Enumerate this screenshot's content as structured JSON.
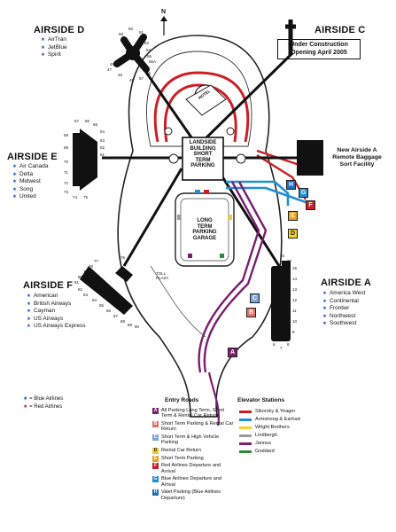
{
  "north": "N",
  "airsides": {
    "a": {
      "title": "AIRSIDE A",
      "airlines": [
        {
          "name": "America West",
          "type": "blue"
        },
        {
          "name": "Continental",
          "type": "blue"
        },
        {
          "name": "Frontier",
          "type": "blue"
        },
        {
          "name": "Northwest",
          "type": "blue"
        },
        {
          "name": "Southwest",
          "type": "blue"
        }
      ]
    },
    "c": {
      "title": "AIRSIDE C"
    },
    "d": {
      "title": "AIRSIDE D",
      "airlines": [
        {
          "name": "AirTran",
          "type": "blue"
        },
        {
          "name": "JetBlue",
          "type": "blue"
        },
        {
          "name": "Spirit",
          "type": "blue"
        }
      ]
    },
    "e": {
      "title": "AIRSIDE E",
      "airlines": [
        {
          "name": "Air Canada",
          "type": "blue"
        },
        {
          "name": "Delta",
          "type": "blue"
        },
        {
          "name": "Midwest",
          "type": "blue"
        },
        {
          "name": "Song",
          "type": "blue"
        },
        {
          "name": "United",
          "type": "blue"
        }
      ]
    },
    "f": {
      "title": "AIRSIDE F",
      "airlines": [
        {
          "name": "American",
          "type": "blue"
        },
        {
          "name": "British Airways",
          "type": "blue"
        },
        {
          "name": "Cayman",
          "type": "blue"
        },
        {
          "name": "US Airways",
          "type": "blue"
        },
        {
          "name": "US Airways Express",
          "type": "blue"
        }
      ]
    }
  },
  "construction": {
    "line1": "Under Construction",
    "line2": "Opening April 2005"
  },
  "new_airside": {
    "line1": "New Airside A",
    "line2": "Remote Baggage",
    "line3": "Sort Facility"
  },
  "landside": {
    "l1": "LANDSIDE",
    "l2": "BUILDING",
    "l3": "SHORT",
    "l4": "TERM",
    "l5": "PARKING"
  },
  "garage": {
    "l1": "LONG",
    "l2": "TERM",
    "l3": "PARKING",
    "l4": "GARAGE"
  },
  "hotel": "HOTEL",
  "toll": {
    "l1": "TOLL",
    "l2": "PLAZA"
  },
  "markers": {
    "h": "H",
    "g": "G",
    "f": "F",
    "e": "E",
    "d": "D",
    "c": "C",
    "b": "B",
    "a": "A"
  },
  "colors": {
    "red_road": "#cc1f25",
    "blue_road": "#1f8fd6",
    "purple_road": "#7a1e6e",
    "marker_a": "#7a1e6e",
    "marker_b": "#e57066",
    "marker_c": "#7aa6d6",
    "marker_d": "#f2cf2a",
    "marker_e": "#f0a01e",
    "marker_f": "#cc1f25",
    "marker_g": "#1f8fd6",
    "marker_h": "#1f6fb6"
  },
  "key": {
    "blue_label": "= Blue Airlines",
    "red_label": "= Red Airlines"
  },
  "entry_roads": {
    "title": "Entry Roads",
    "items": [
      {
        "code": "A",
        "text": "All Parking Long Term, Short Term & Rental Car Return",
        "color": "#7a1e6e"
      },
      {
        "code": "B",
        "text": "Short Term Parking & Rental Car Return",
        "color": "#e57066"
      },
      {
        "code": "C",
        "text": "Short Term & High Vehicle Parking",
        "color": "#7aa6d6"
      },
      {
        "code": "D",
        "text": "Rental Car Return",
        "color": "#f2cf2a"
      },
      {
        "code": "E",
        "text": "Short Term Parking",
        "color": "#f0a01e"
      },
      {
        "code": "F",
        "text": "Red Airlines Departure and Arrival",
        "color": "#cc1f25"
      },
      {
        "code": "G",
        "text": "Blue Airlines Departure and Arrival",
        "color": "#1f8fd6"
      },
      {
        "code": "H",
        "text": "Valet Parking (Blue Airlines Departure)",
        "color": "#1f6fb6"
      }
    ]
  },
  "elevator": {
    "title": "Elevator Stations",
    "items": [
      {
        "name": "Sikorsky & Yeager",
        "color": "#cc1f25"
      },
      {
        "name": "Armstrong & Earhart",
        "color": "#1f8fd6"
      },
      {
        "name": "Wright Brothers",
        "color": "#f2cf2a"
      },
      {
        "name": "Lindbergh",
        "color": "#9a9a9a"
      },
      {
        "name": "Jannus",
        "color": "#7a1e6e"
      },
      {
        "name": "Goddard",
        "color": "#2e8a3a"
      }
    ]
  },
  "gates": {
    "d": [
      "50",
      "51",
      "52",
      "53",
      "55",
      "55A",
      "56",
      "57",
      "58",
      "59",
      "48",
      "47",
      "46",
      "45",
      "49"
    ],
    "e": [
      "67",
      "66",
      "65",
      "64",
      "63",
      "62",
      "61",
      "60",
      "68",
      "69",
      "70",
      "71",
      "72",
      "73",
      "74",
      "75"
    ],
    "f": [
      "76",
      "77",
      "78",
      "79",
      "80",
      "81",
      "82",
      "83",
      "84",
      "85",
      "86",
      "87",
      "88",
      "89",
      "90"
    ],
    "a": [
      "16",
      "17",
      "15",
      "14",
      "13",
      "12",
      "11",
      "10",
      "9",
      "8",
      "7",
      "6"
    ]
  }
}
